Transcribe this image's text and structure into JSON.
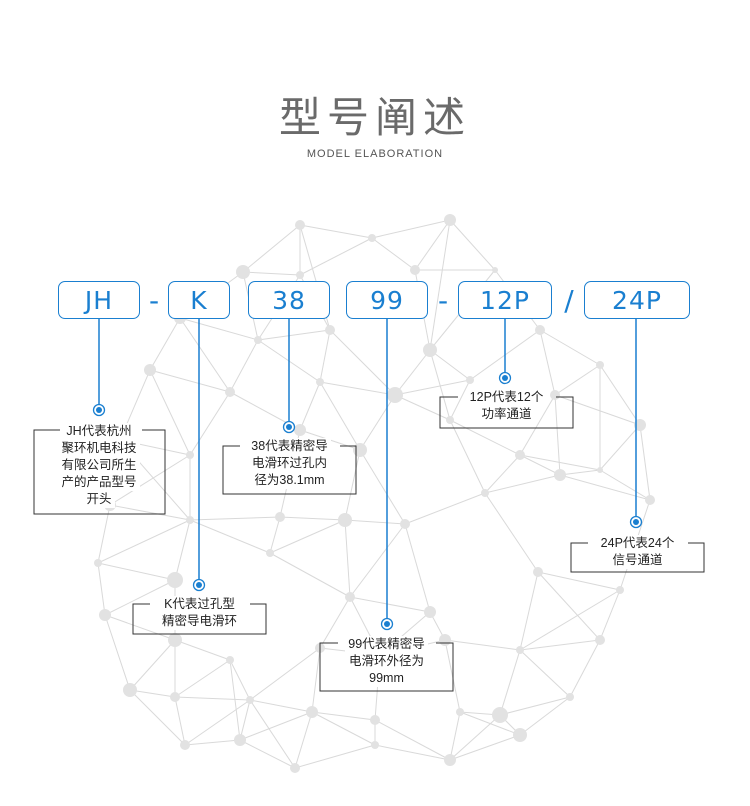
{
  "header": {
    "title": "型号阐述",
    "subtitle": "MODEL ELABORATION"
  },
  "model_code": {
    "segments": [
      "JH",
      "K",
      "38",
      "99",
      "12P",
      "24P"
    ],
    "separators": [
      "-",
      "-",
      "-",
      "/"
    ]
  },
  "notes": {
    "jh": [
      "JH代表杭州",
      "聚环机电科技",
      "有限公司所生",
      "产的产品型号",
      "开头"
    ],
    "k": [
      "K代表过孔型",
      "精密导电滑环"
    ],
    "d38": [
      "38代表精密导",
      "电滑环过孔内",
      "径为38.1mm"
    ],
    "d99": [
      "99代表精密导",
      "电滑环外径为",
      "99mm"
    ],
    "p12": [
      "12P代表12个",
      "功率通道"
    ],
    "p24": [
      "24P代表24个",
      "信号通道"
    ]
  },
  "colors": {
    "accent": "#1a7fd0",
    "network": "#d9d9d9",
    "node": "#e2e2e2"
  }
}
